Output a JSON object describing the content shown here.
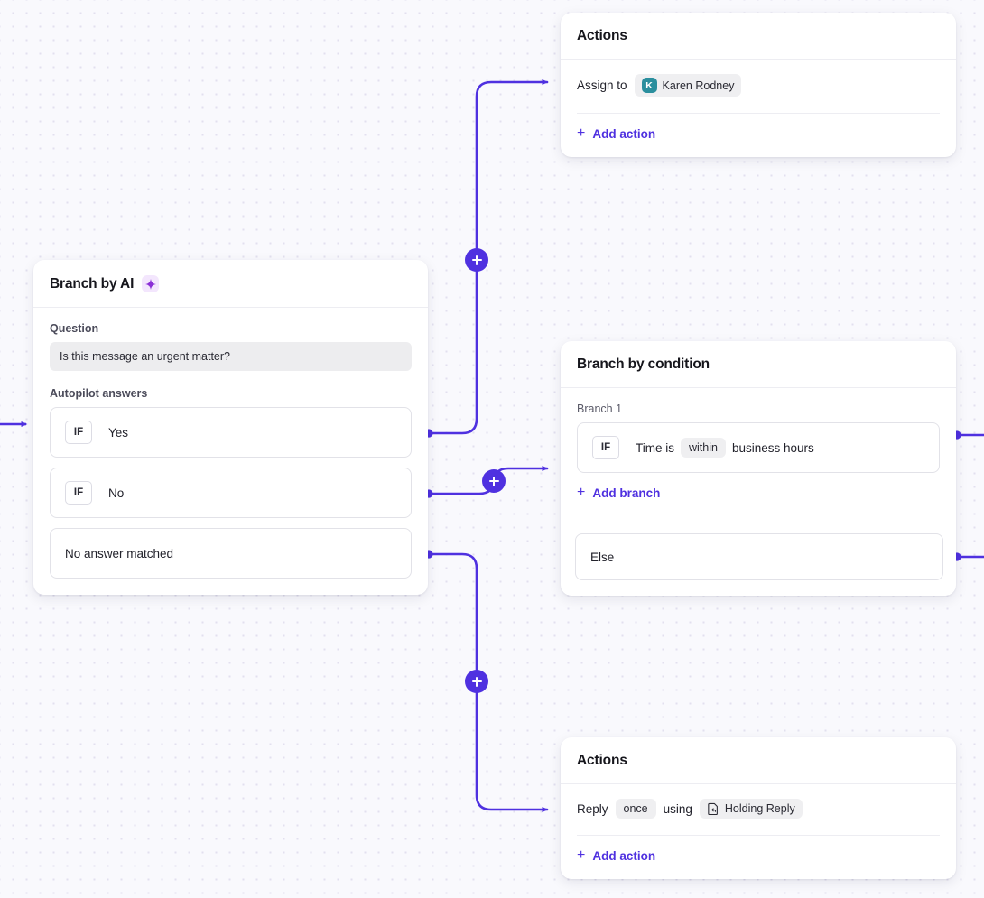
{
  "canvas": {
    "accent": "#4f31e0",
    "avatar_color": "#2b8f9e",
    "ai_badge_bg": "#f3e6fd",
    "ai_star_color": "#8b2fd6",
    "background": "#f9f9fd"
  },
  "nodes": {
    "branch_by_ai": {
      "title": "Branch by AI",
      "ai_icon": "sparkle-icon",
      "question_label": "Question",
      "question_value": "Is this message an urgent matter?",
      "answers_label": "Autopilot answers",
      "answers": [
        {
          "chip": "IF",
          "text": "Yes"
        },
        {
          "chip": "IF",
          "text": "No"
        }
      ],
      "fallback": "No answer matched"
    },
    "actions_top": {
      "title": "Actions",
      "action": {
        "prefix": "Assign to",
        "assignee": "Karen Rodney",
        "assignee_initial": "K"
      },
      "add_label": "Add action"
    },
    "branch_by_condition": {
      "title": "Branch by condition",
      "branch_label": "Branch 1",
      "condition": {
        "chip": "IF",
        "before": "Time is",
        "operator": "within",
        "after": "business hours"
      },
      "add_label": "Add branch",
      "else_label": "Else"
    },
    "actions_bottom": {
      "title": "Actions",
      "action": {
        "prefix": "Reply",
        "frequency": "once",
        "middle": "using",
        "template_icon": "reply-template-icon",
        "template": "Holding Reply"
      },
      "add_label": "Add action"
    }
  },
  "connectors": {
    "add_node_labels": [
      "+",
      "+",
      "+"
    ]
  }
}
